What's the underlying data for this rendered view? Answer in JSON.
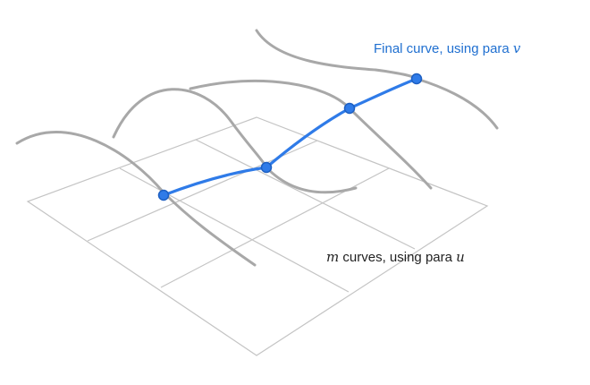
{
  "labels": {
    "final_curve": {
      "text": "Final curve, using para ",
      "param": "v"
    },
    "m_curves": {
      "var": "m",
      "text": " curves, using para ",
      "param": "u"
    }
  },
  "colors": {
    "final_curve": "#2f7be8",
    "final_label": "#1f6fd0",
    "m_curves": "#a8a8a8",
    "grid": "#c4c4c4",
    "text": "#222222"
  },
  "diagram": {
    "grid_size": "3x3",
    "m_curve_count": 4,
    "control_point_count": 4
  }
}
